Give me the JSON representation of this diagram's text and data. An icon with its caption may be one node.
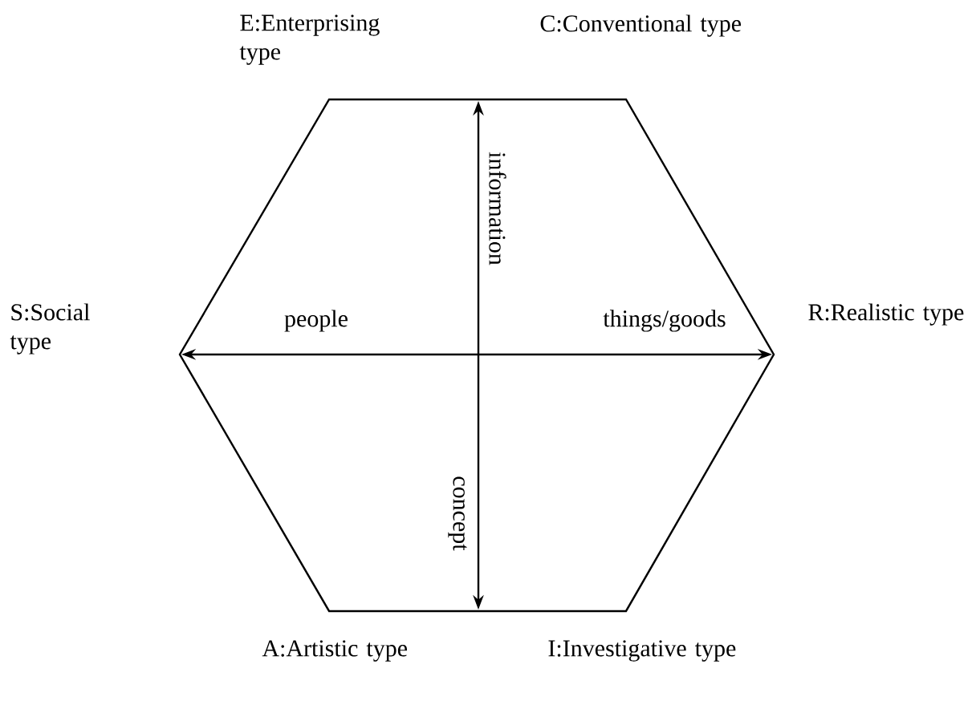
{
  "diagram": {
    "labels": [
      "E:Enterprising type",
      "C:Conventional type",
      "information",
      "S:Social type",
      "people",
      "things/goods",
      "R:Realistic type",
      "concept",
      "A:Artistic type",
      "I:Investigative type"
    ]
  }
}
